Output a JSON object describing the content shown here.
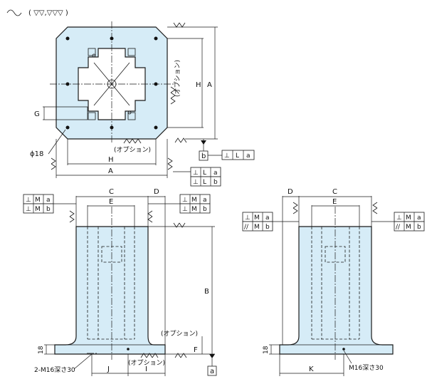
{
  "finish": {
    "rough_mark": "(  ▽▽,▽▽▽  )"
  },
  "dims": {
    "A": "A",
    "H": "H",
    "B": "B",
    "C": "C",
    "D": "D",
    "E": "E",
    "F": "F",
    "G": "G",
    "J": "J",
    "I": "I",
    "K": "K",
    "phi18": "ϕ18",
    "t18": "18"
  },
  "notes": {
    "option": "(オプション)",
    "holes_left": "2-M16深さ30",
    "hole_right": "M16深さ30"
  },
  "datums": {
    "a": "a",
    "b": "b"
  },
  "tolerance": {
    "perp": "⊥",
    "par": "//",
    "L": "L",
    "M": "M",
    "a": "a",
    "b": "b"
  }
}
